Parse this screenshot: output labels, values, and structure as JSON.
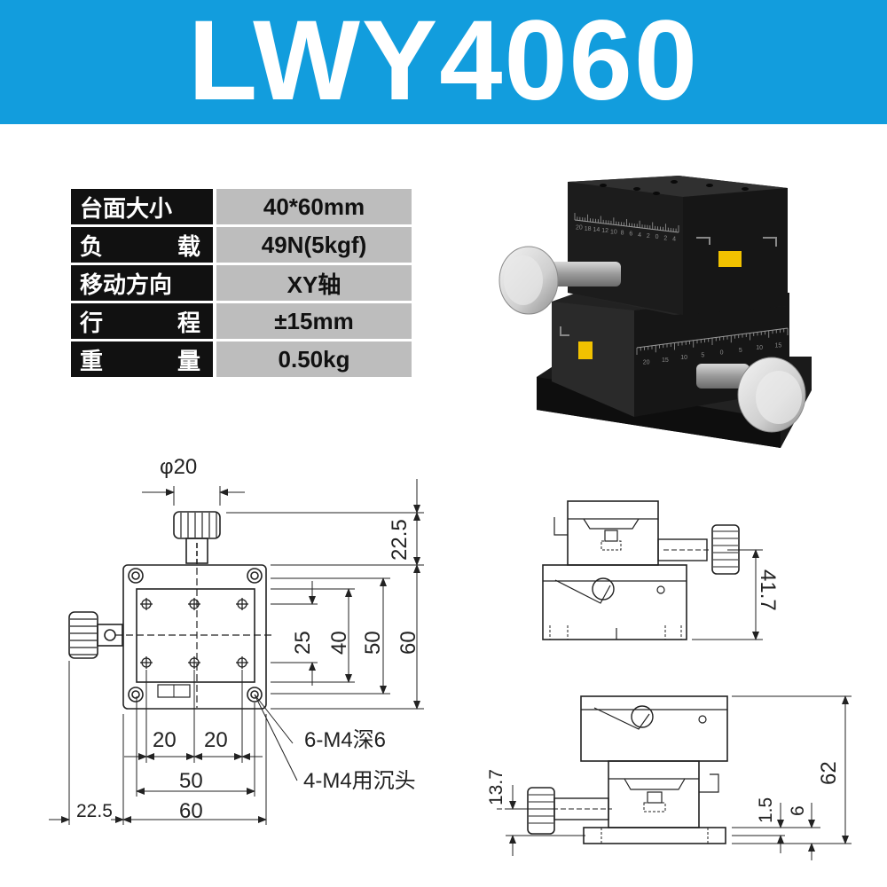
{
  "banner": {
    "title": "LWY4060",
    "color": "#129ddd"
  },
  "specs": [
    {
      "label": "台面大小",
      "value": "40*60mm"
    },
    {
      "label_left": "负",
      "label_right": "载",
      "value": "49N(5kgf)"
    },
    {
      "label": "移动方向",
      "value": "XY轴"
    },
    {
      "label_left": "行",
      "label_right": "程",
      "value": "±15mm"
    },
    {
      "label_left": "重",
      "label_right": "量",
      "value": "0.50kg"
    }
  ],
  "stage_scale": {
    "top_ticks": [
      "20",
      "18",
      "14",
      "12",
      "10",
      "8",
      "6",
      "4",
      "2",
      "0",
      "2",
      "4"
    ],
    "bottom_ticks": [
      "20",
      "15",
      "10",
      "5",
      "0",
      "5",
      "10",
      "15"
    ]
  },
  "drawing_top": {
    "phi": "φ20",
    "d_knob": "22.5",
    "d_25": "25",
    "d_40": "40",
    "d_50_v": "50",
    "d_60_v": "60",
    "d_20a": "20",
    "d_20b": "20",
    "d_50_h": "50",
    "d_60_h": "60",
    "d_left": "22.5",
    "note_holes": "6-M4深6",
    "note_counter": "4-M4用沉头"
  },
  "drawing_side": {
    "d_height": "41.7"
  },
  "drawing_front": {
    "d_13_7": "13.7",
    "d_62": "62",
    "d_1_5": "1.5",
    "d_6": "6"
  }
}
